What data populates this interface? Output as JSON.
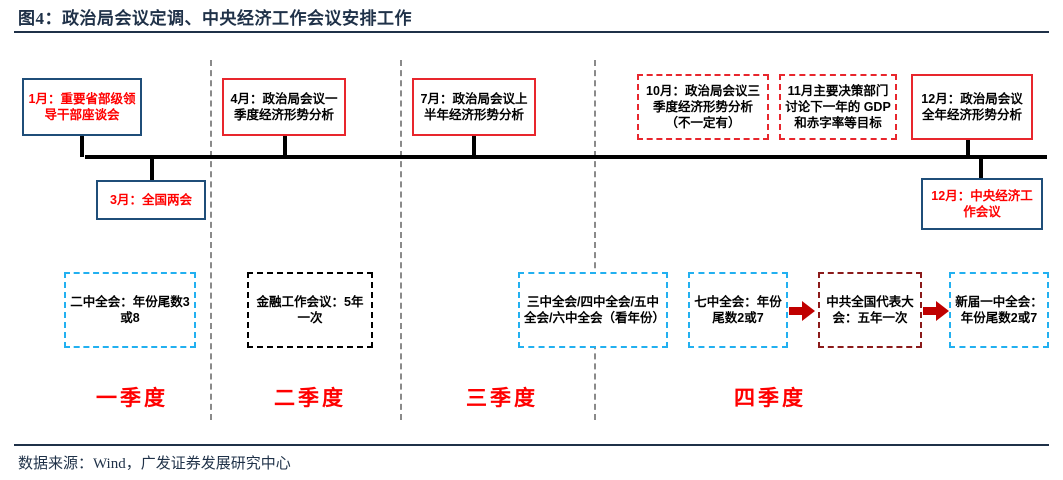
{
  "header": {
    "title": "图4：政治局会议定调、中央经济工作会议安排工作"
  },
  "footer": {
    "source": "数据来源：Wind，广发证券发展研究中心"
  },
  "colors": {
    "navy": "#1F3148",
    "box_blue": "#1F4E79",
    "red": "#E8262D",
    "bright_red": "#FF0000",
    "cyan": "#22B0F0",
    "dark_red": "#8B1A1A",
    "arrow_red": "#C00000",
    "divider_gray": "#8A8A8A"
  },
  "timeline": {
    "above_boxes": [
      {
        "id": "jan",
        "text": "1月：重要省部级领导干部座谈会",
        "style": "solid-blue"
      },
      {
        "id": "apr",
        "text": "4月：政治局会议一季度经济形势分析",
        "style": "solid-red"
      },
      {
        "id": "jul",
        "text": "7月：政治局会议上半年经济形势分析",
        "style": "solid-red"
      },
      {
        "id": "oct",
        "text": "10月：政治局会议三季度经济形势分析（不一定有）",
        "style": "dash-red"
      },
      {
        "id": "nov",
        "text": "11月主要决策部门讨论下一年的 GDP 和赤字率等目标",
        "style": "dash-red"
      },
      {
        "id": "dec",
        "text": "12月：政治局会议全年经济形势分析",
        "style": "solid-red"
      }
    ],
    "below_boxes": [
      {
        "id": "mar",
        "text": "3月：全国两会",
        "style": "solid-blue"
      },
      {
        "id": "dec-cewc",
        "text": "12月：中央经济工作会议",
        "style": "solid-blue"
      }
    ]
  },
  "plenum_row": [
    {
      "id": "p2",
      "text": "二中全会：年份尾数3或8",
      "style": "dash-cyan"
    },
    {
      "id": "fin",
      "text": "金融工作会议：5年一次",
      "style": "dash-black"
    },
    {
      "id": "p345",
      "text": "三中全会/四中全会/五中全会/六中全会（看年份）",
      "style": "dash-cyan"
    },
    {
      "id": "p7",
      "text": "七中全会：年份尾数2或7",
      "style": "dash-cyan"
    },
    {
      "id": "cong",
      "text": "中共全国代表大会：五年一次",
      "style": "dash-darkred"
    },
    {
      "id": "p1",
      "text": "新届一中全会：年份尾数2或7",
      "style": "dash-cyan"
    }
  ],
  "quarters": [
    {
      "id": "q1",
      "label": "一季度"
    },
    {
      "id": "q2",
      "label": "二季度"
    },
    {
      "id": "q3",
      "label": "三季度"
    },
    {
      "id": "q4",
      "label": "四季度"
    }
  ],
  "icons": {
    "arrow_right": "right-arrow-icon"
  }
}
